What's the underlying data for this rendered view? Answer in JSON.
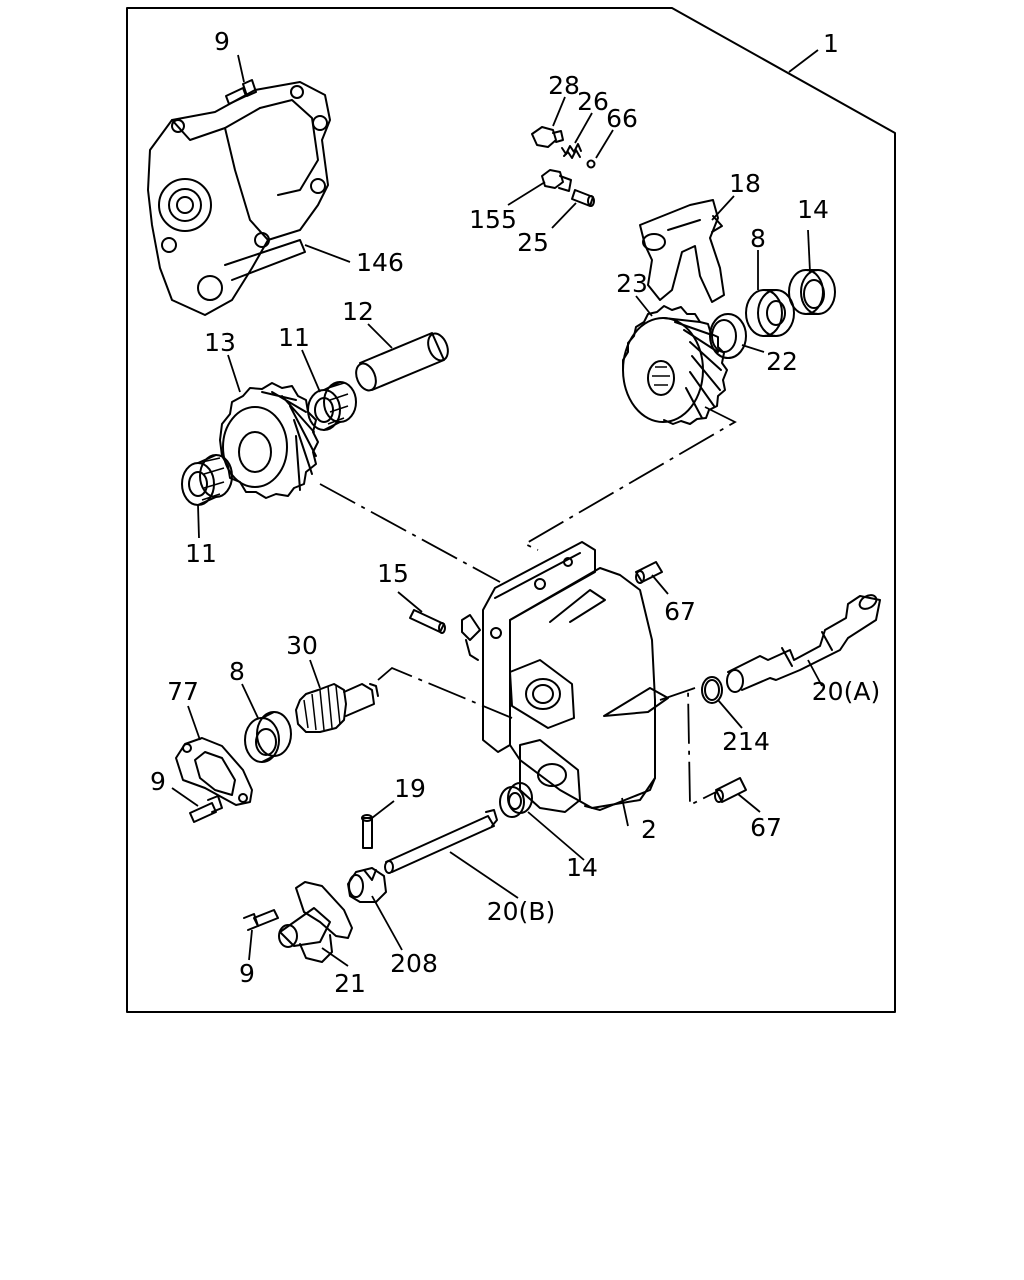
{
  "diagram": {
    "callouts": {
      "c1": "1",
      "c9_top": "9",
      "c146": "146",
      "c28": "28",
      "c26": "26",
      "c66": "66",
      "c155": "155",
      "c25": "25",
      "c18": "18",
      "c14_top": "14",
      "c8_top": "8",
      "c23": "23",
      "c22": "22",
      "c12": "12",
      "c13": "13",
      "c11_top": "11",
      "c11_bottom": "11",
      "c15": "15",
      "c67_top": "67",
      "c30": "30",
      "c77": "77",
      "c8_bottom": "8",
      "c9_mid": "9",
      "c20a": "20(A)",
      "c214": "214",
      "c19": "19",
      "c2": "2",
      "c14_bottom": "14",
      "c67_bottom": "67",
      "c20b": "20(B)",
      "c208": "208",
      "c9_bottom": "9",
      "c21": "21"
    }
  }
}
